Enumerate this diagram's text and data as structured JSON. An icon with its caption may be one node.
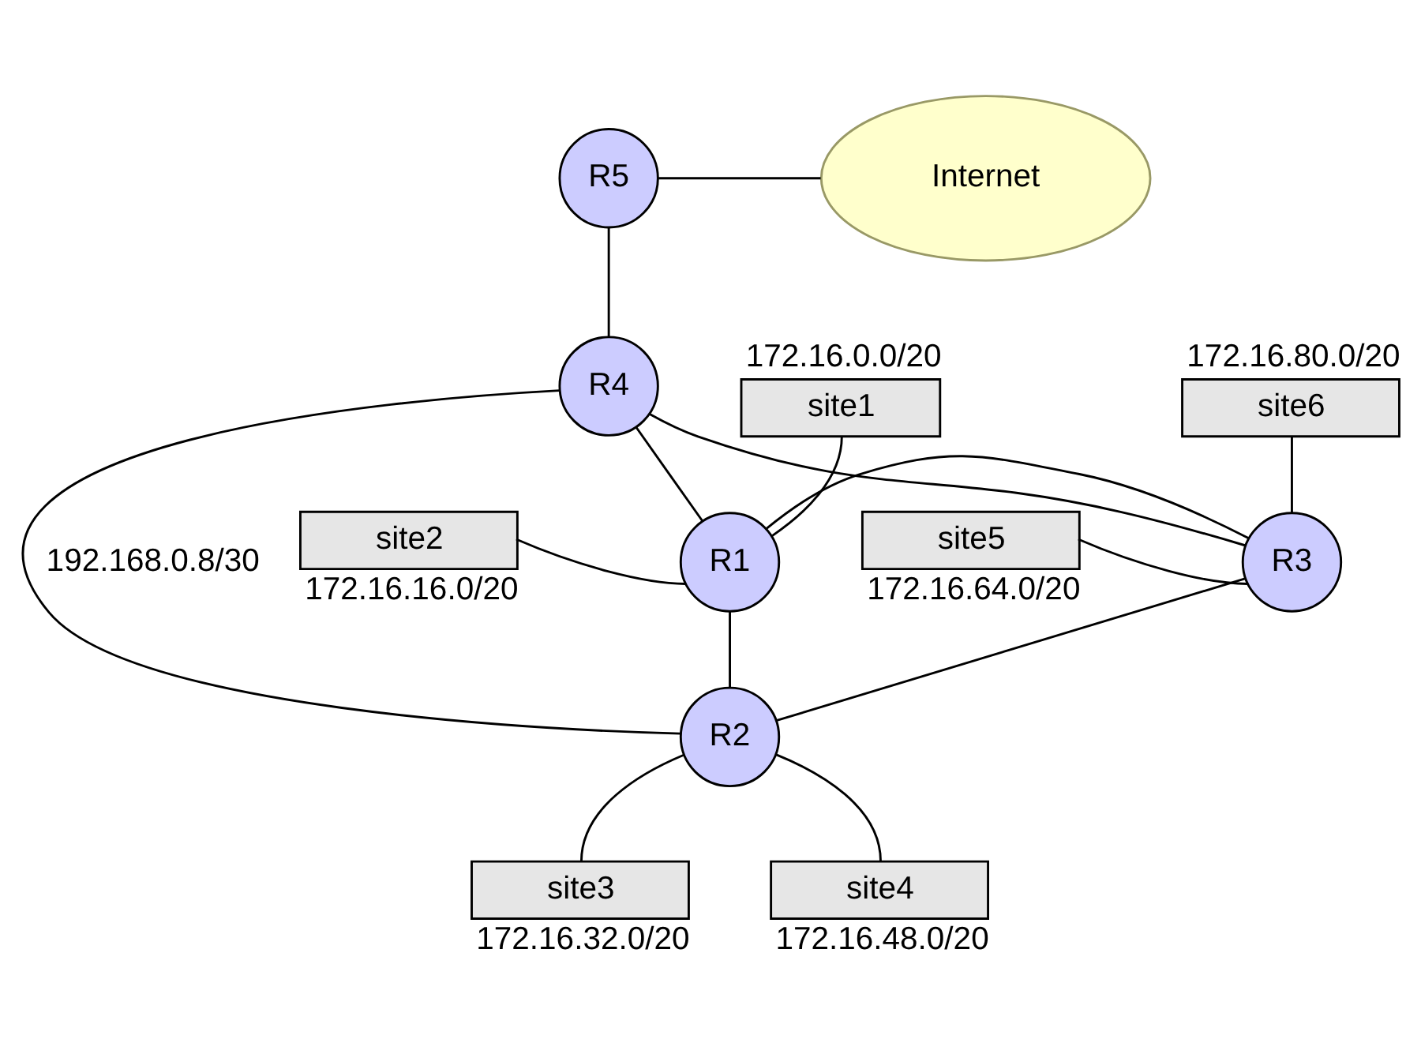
{
  "diagram": {
    "nodes": [
      {
        "text": [
          "R5"
        ]
      },
      {
        "text": [
          "Internet"
        ]
      },
      {
        "text": [
          "R4"
        ]
      },
      {
        "text": [
          "site1"
        ],
        "beside": [
          "172.16.0.0/20"
        ]
      },
      {
        "text": [
          "site6"
        ],
        "beside": [
          "172.16.80.0/20"
        ]
      },
      {
        "text": [
          "site2"
        ],
        "beside": [
          "172.16.16.0/20"
        ]
      },
      {
        "text": [
          "R1"
        ]
      },
      {
        "text": [
          "R3"
        ]
      },
      {
        "text": [
          "site5"
        ],
        "beside": [
          "172.16.64.0/20"
        ]
      },
      {
        "text": [
          "R2"
        ]
      },
      {
        "text": [
          "site3"
        ],
        "beside": [
          "172.16.32.0/20"
        ]
      },
      {
        "text": [
          "site4"
        ],
        "beside": [
          "172.16.48.0/20"
        ]
      }
    ],
    "edges": [
      {
        "from": 0,
        "to": 1,
        "arrow": "none"
      },
      {
        "from": 0,
        "to": 2,
        "arrow": "none"
      },
      {
        "from": 2,
        "to": 6,
        "arrow": "none"
      },
      {
        "from": 2,
        "to": 7,
        "arrow": "none"
      },
      {
        "from": 2,
        "to": 9,
        "arrow": "none",
        "label": "192.168.0.8/30"
      },
      {
        "from": 3,
        "to": 6,
        "arrow": "none"
      },
      {
        "from": 5,
        "to": 6,
        "arrow": "none"
      },
      {
        "from": 6,
        "to": 7,
        "arrow": "none"
      },
      {
        "from": 6,
        "to": 9,
        "arrow": "none"
      },
      {
        "from": 7,
        "to": 9,
        "arrow": "none"
      },
      {
        "from": 4,
        "to": 7,
        "arrow": "none"
      },
      {
        "from": 8,
        "to": 7,
        "arrow": "none"
      },
      {
        "from": 9,
        "to": 10,
        "arrow": "none"
      },
      {
        "from": 9,
        "to": 11,
        "arrow": "none"
      }
    ]
  }
}
